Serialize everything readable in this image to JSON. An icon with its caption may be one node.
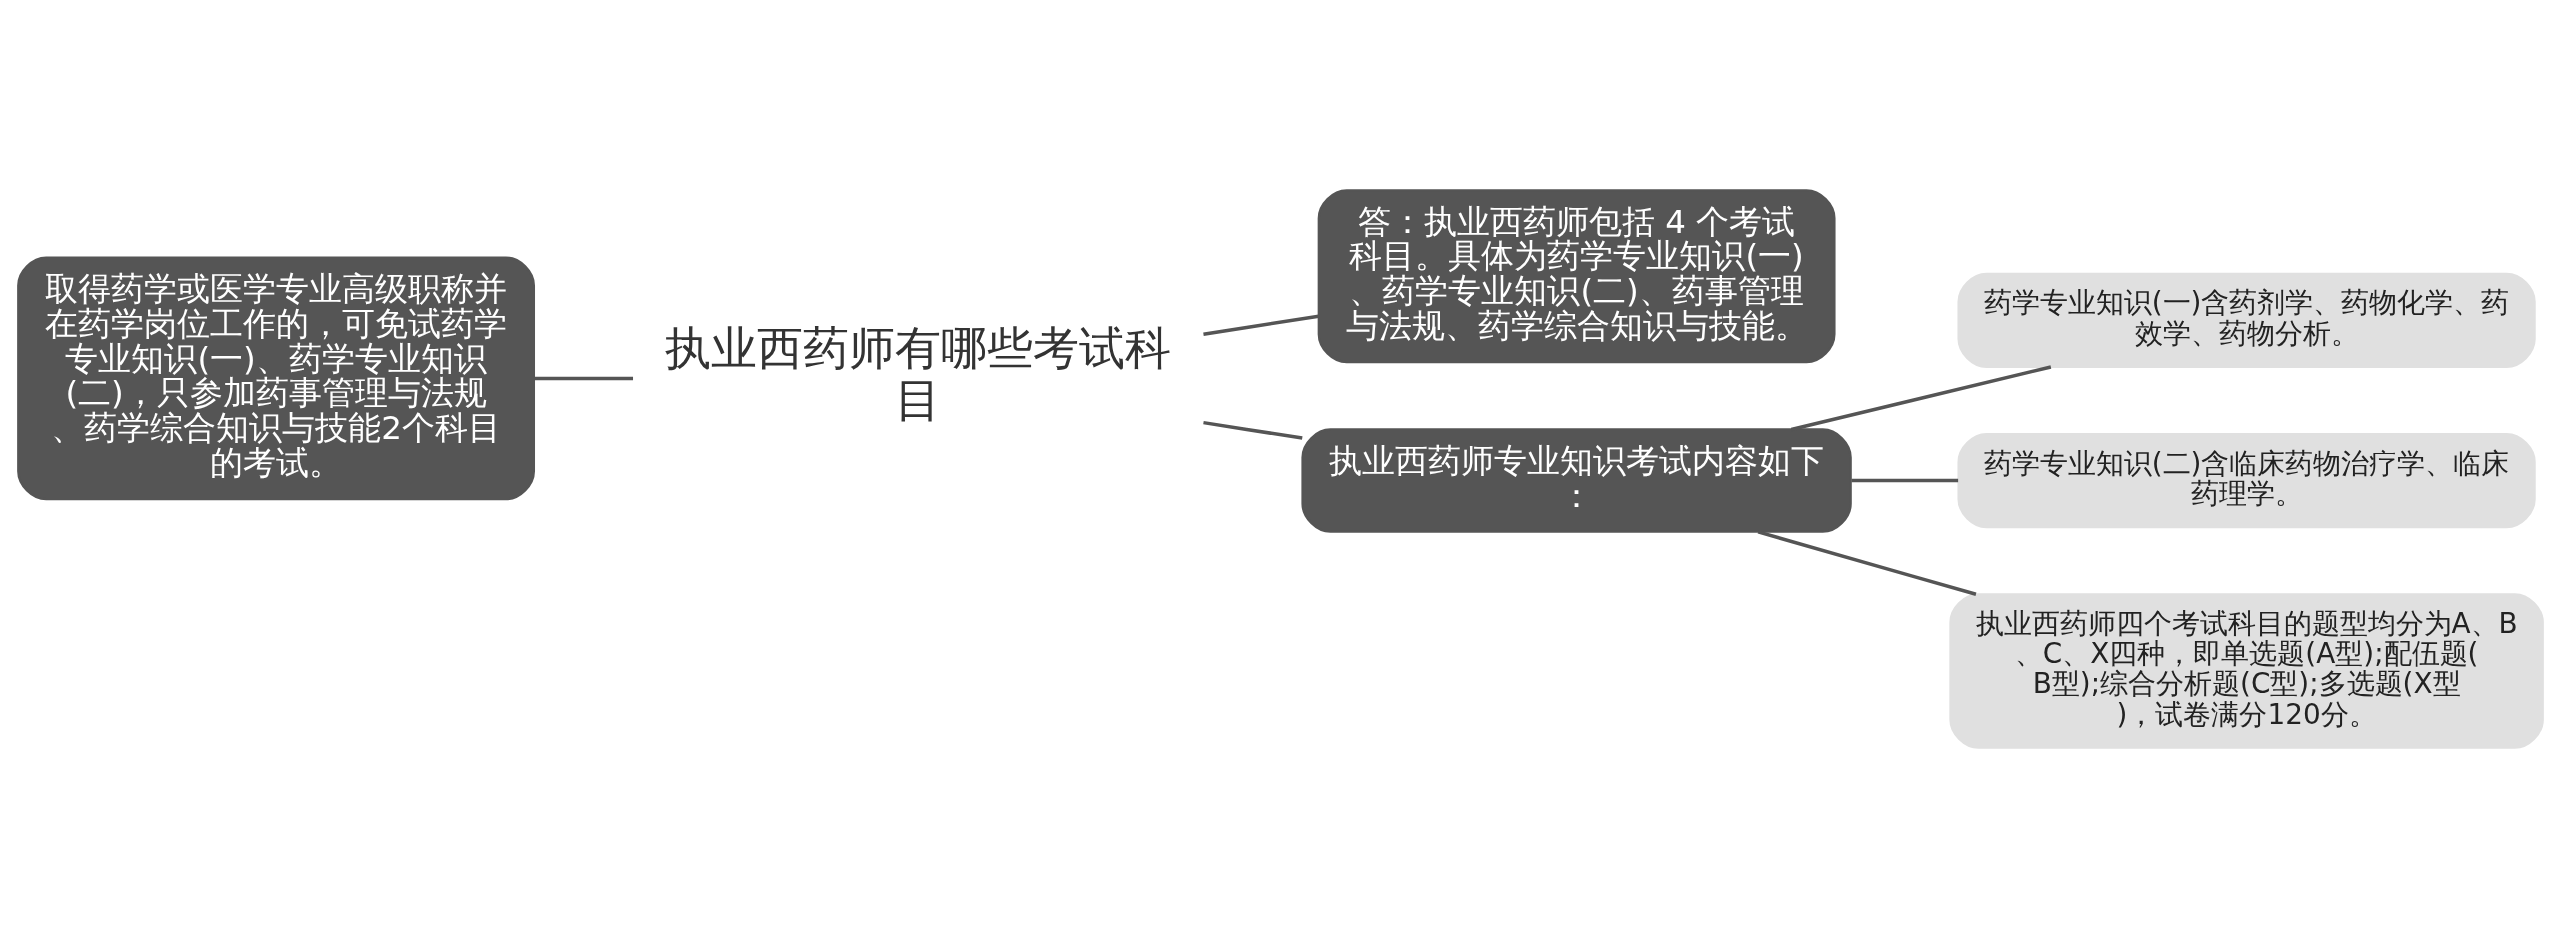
{
  "diagram": {
    "nodes": [
      {
        "text": [
          "执业西药师有哪些考试科目"
        ]
      },
      {
        "text": [
          "取得药学或医学专业高级职称并在药学岗位工作的，可免试药学专业知识(一)、药学专业知识(二)，只参加药事管理与法规、药学综合知识与技能2个科目的考试。"
        ]
      },
      {
        "text": [
          "答：执业西药师包括 4 个考试科目。具体为药学专业知识(一)、药学专业知识(二)、药事管理与法规、药学综合知识与技能。"
        ]
      },
      {
        "text": [
          "执业西药师专业知识考试内容如下："
        ]
      },
      {
        "text": [
          "药学专业知识(一)含药剂学、药物化学、药效学、药物分析。"
        ]
      },
      {
        "text": [
          "药学专业知识(二)含临床药物治疗学、临床药理学。"
        ]
      },
      {
        "text": [
          "执业西药师四个考试科目的题型均分为A、B、C、X四种，即单选题(A型);配伍题(B型);综合分析题(C型);多选题(X型)，试卷满分120分。"
        ]
      }
    ],
    "edges": [
      {
        "from": 0,
        "to": 1,
        "arrow": "none"
      },
      {
        "from": 0,
        "to": 2,
        "arrow": "none"
      },
      {
        "from": 0,
        "to": 3,
        "arrow": "none"
      },
      {
        "from": 3,
        "to": 4,
        "arrow": "none"
      },
      {
        "from": 3,
        "to": 5,
        "arrow": "none"
      },
      {
        "from": 3,
        "to": 6,
        "arrow": "none"
      }
    ]
  }
}
